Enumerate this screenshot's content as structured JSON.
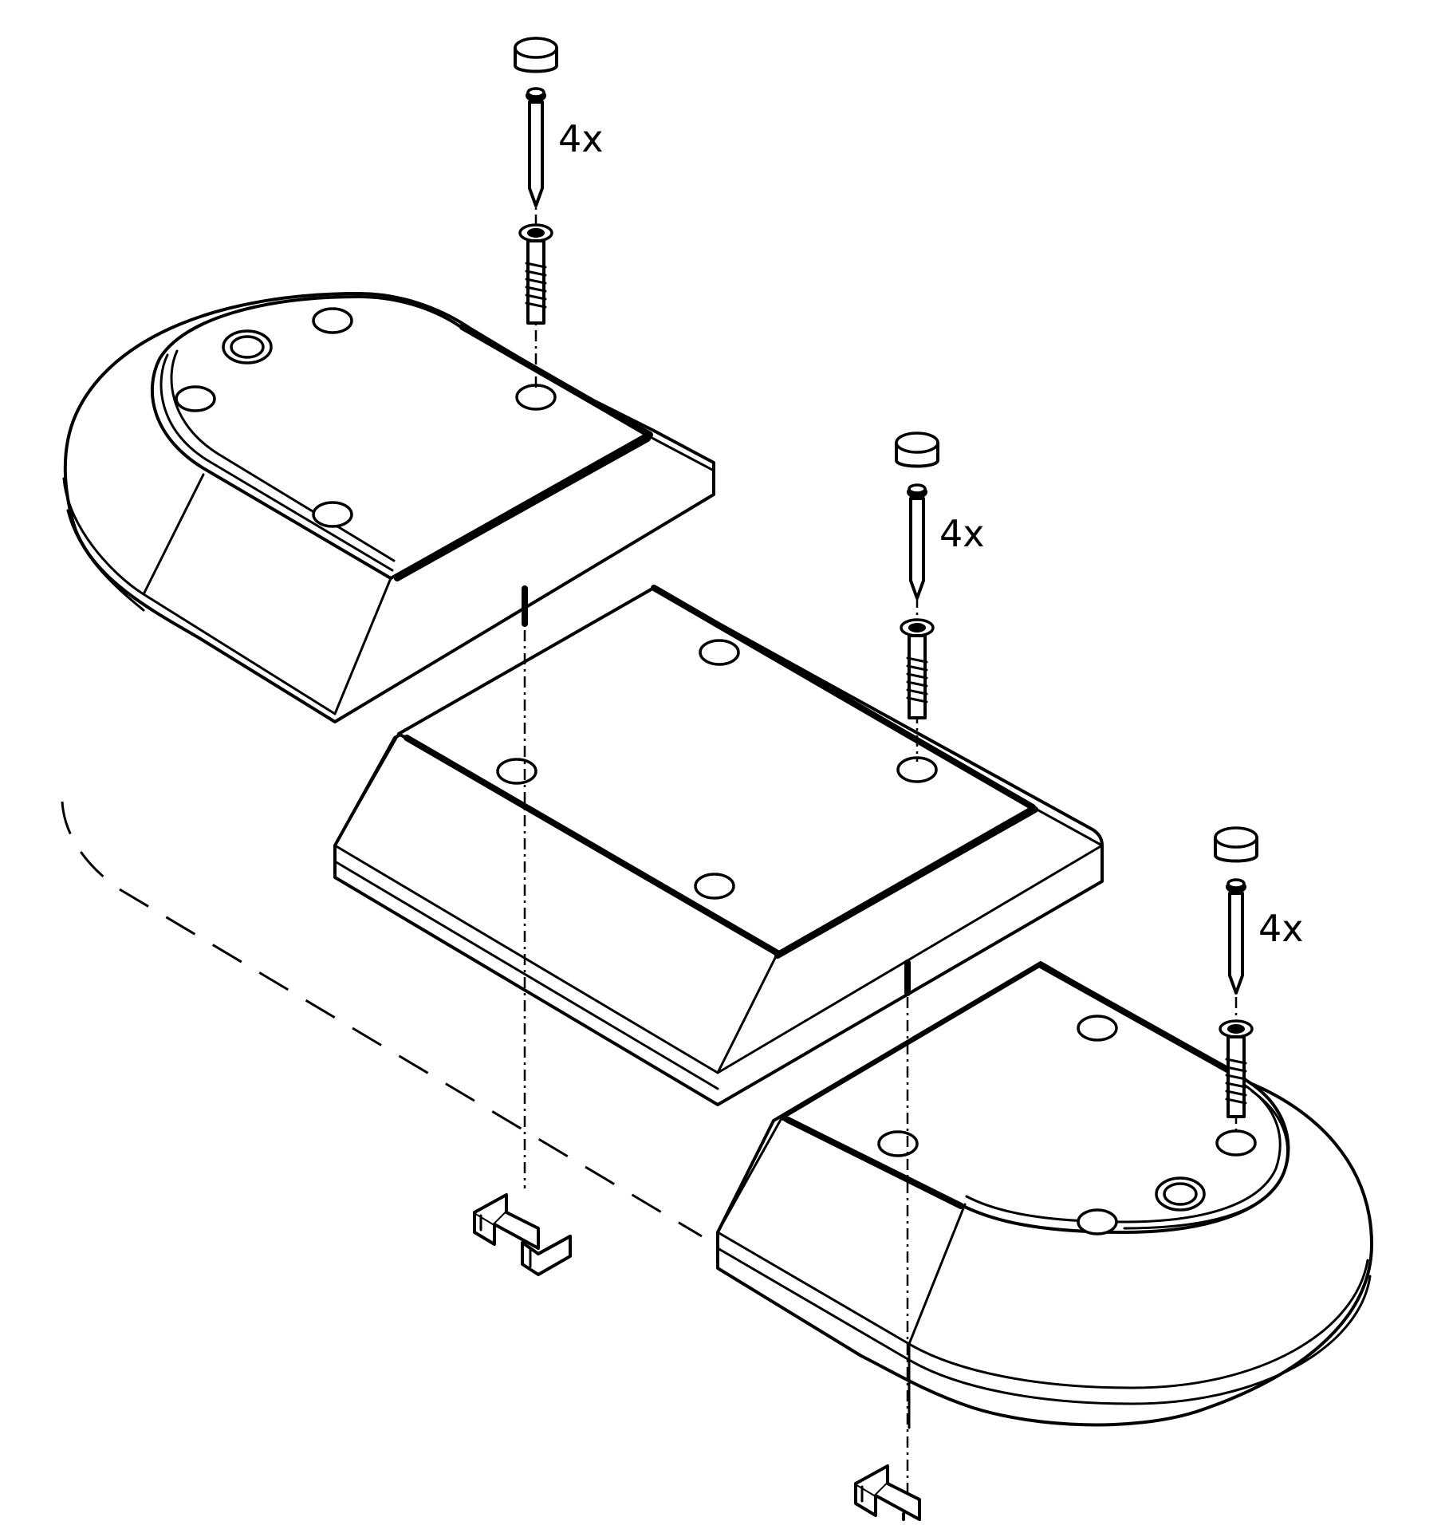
{
  "quantity_labels": {
    "top_fasteners": "4x",
    "middle_fasteners": "4x",
    "right_fasteners": "4x"
  },
  "colors": {
    "line": "#000000",
    "background": "#ffffff"
  },
  "icons": {
    "cap": "cap-icon",
    "screw": "screw-icon",
    "bolt": "bolt-icon",
    "connector": "connector-clip-icon"
  }
}
